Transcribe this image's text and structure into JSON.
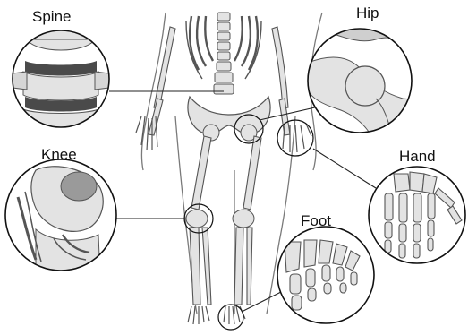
{
  "labels": {
    "spine": "Spine",
    "hip": "Hip",
    "knee": "Knee",
    "hand": "Hand",
    "foot": "Foot"
  },
  "colors": {
    "bone_fill": "#e3e3e3",
    "bone_stroke": "#555555",
    "body_outline": "#777777",
    "disc_fill": "#4a4a4a",
    "leader_line": "#222222",
    "lens_stroke": "#111111"
  }
}
